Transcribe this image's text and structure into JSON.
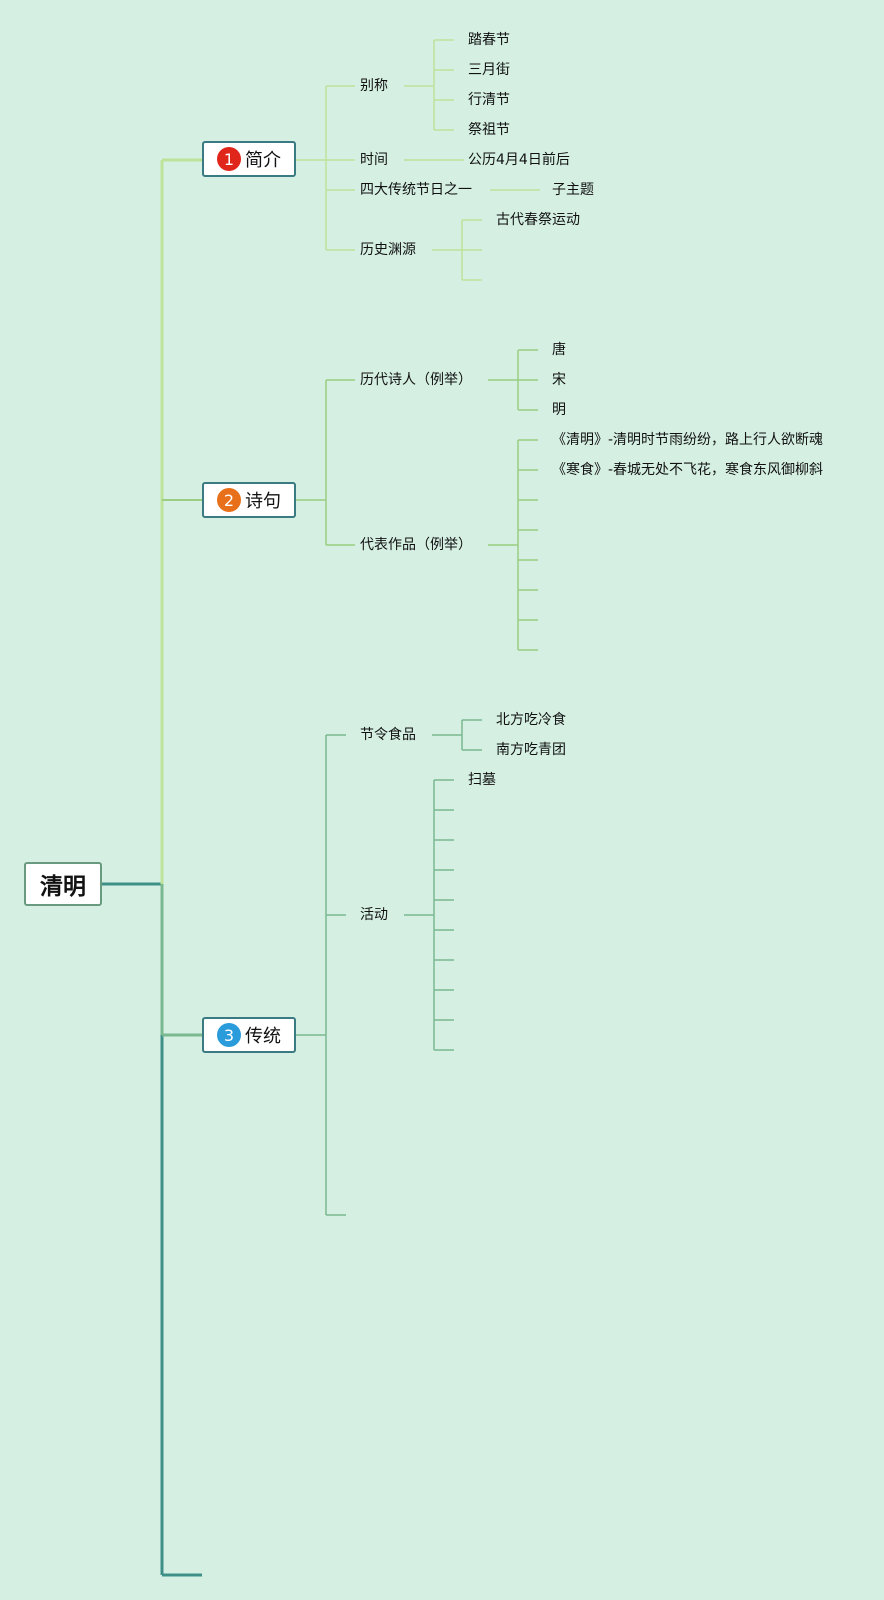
{
  "colors": {
    "background": "#d5f0e3",
    "branch1_line": "#bde39a",
    "branch2_line": "#9acd80",
    "branch3_line": "#7ab88f",
    "root_line": "#3e8f88",
    "badge1": "#e0261b",
    "badge2": "#e8701a",
    "badge3": "#2a9bdb"
  },
  "root": {
    "label": "清明"
  },
  "branches": [
    {
      "index": "1",
      "label": "简介",
      "children": [
        {
          "label": "别称",
          "children": [
            "踏春节",
            "三月街",
            "行清节",
            "祭祖节"
          ]
        },
        {
          "label": "时间",
          "children": [
            "公历4月4日前后"
          ]
        },
        {
          "label": "四大传统节日之一",
          "children": [
            "子主题"
          ]
        },
        {
          "label": "历史渊源",
          "children": [
            "古代春祭运动",
            "",
            ""
          ]
        }
      ]
    },
    {
      "index": "2",
      "label": "诗句",
      "children": [
        {
          "label": "历代诗人（例举）",
          "children": [
            "唐",
            "宋",
            "明"
          ]
        },
        {
          "label": "代表作品（例举）",
          "children": [
            "《清明》-清明时节雨纷纷，路上行人欲断魂",
            "《寒食》-春城无处不飞花，寒食东风御柳斜",
            "",
            "",
            "",
            "",
            "",
            ""
          ]
        }
      ]
    },
    {
      "index": "3",
      "label": "传统",
      "children": [
        {
          "label": "节令食品",
          "children": [
            "北方吃冷食",
            "南方吃青团"
          ]
        },
        {
          "label": "活动",
          "children": [
            "扫墓",
            "",
            "",
            "",
            "",
            "",
            "",
            "",
            "",
            ""
          ]
        },
        {
          "label": "",
          "children": []
        }
      ]
    }
  ]
}
